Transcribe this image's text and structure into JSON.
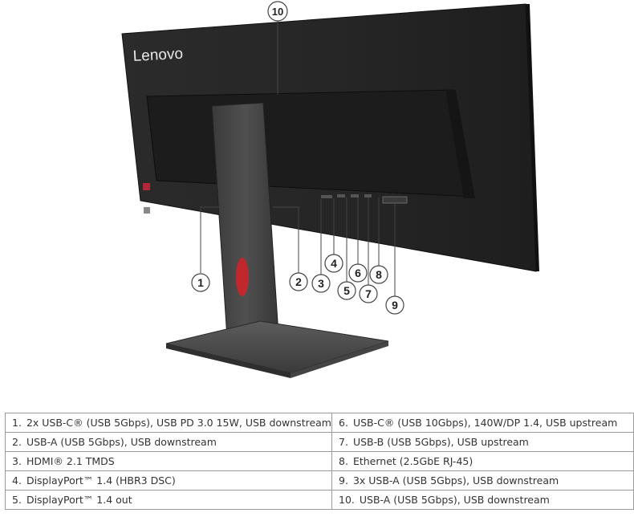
{
  "diagram": {
    "brand_logo": "Lenovo",
    "callouts": [
      {
        "id": 1,
        "label": "1"
      },
      {
        "id": 2,
        "label": "2"
      },
      {
        "id": 3,
        "label": "3"
      },
      {
        "id": 4,
        "label": "4"
      },
      {
        "id": 5,
        "label": "5"
      },
      {
        "id": 6,
        "label": "6"
      },
      {
        "id": 7,
        "label": "7"
      },
      {
        "id": 8,
        "label": "8"
      },
      {
        "id": 9,
        "label": "9"
      },
      {
        "id": 10,
        "label": "10"
      }
    ]
  },
  "ports_table": {
    "rows": [
      {
        "left": {
          "num": "1.",
          "text": "2x USB-C® (USB 5Gbps), USB PD 3.0 15W, USB downstream"
        },
        "right": {
          "num": "6.",
          "text": "USB-C® (USB 10Gbps), 140W/DP 1.4, USB upstream"
        }
      },
      {
        "left": {
          "num": "2.",
          "text": "USB-A (USB 5Gbps), USB downstream"
        },
        "right": {
          "num": "7.",
          "text": "USB-B (USB 5Gbps), USB upstream"
        }
      },
      {
        "left": {
          "num": "3.",
          "text": "HDMI® 2.1 TMDS"
        },
        "right": {
          "num": "8.",
          "text": "Ethernet (2.5GbE RJ-45)"
        }
      },
      {
        "left": {
          "num": "4.",
          "text": "DisplayPort™ 1.4 (HBR3 DSC)"
        },
        "right": {
          "num": "9.",
          "text": "3x USB-A (USB 5Gbps), USB downstream"
        }
      },
      {
        "left": {
          "num": "5.",
          "text": "DisplayPort™ 1.4 out"
        },
        "right": {
          "num": "10.",
          "text": "USB-A (USB 5Gbps), USB downstream"
        }
      }
    ]
  }
}
